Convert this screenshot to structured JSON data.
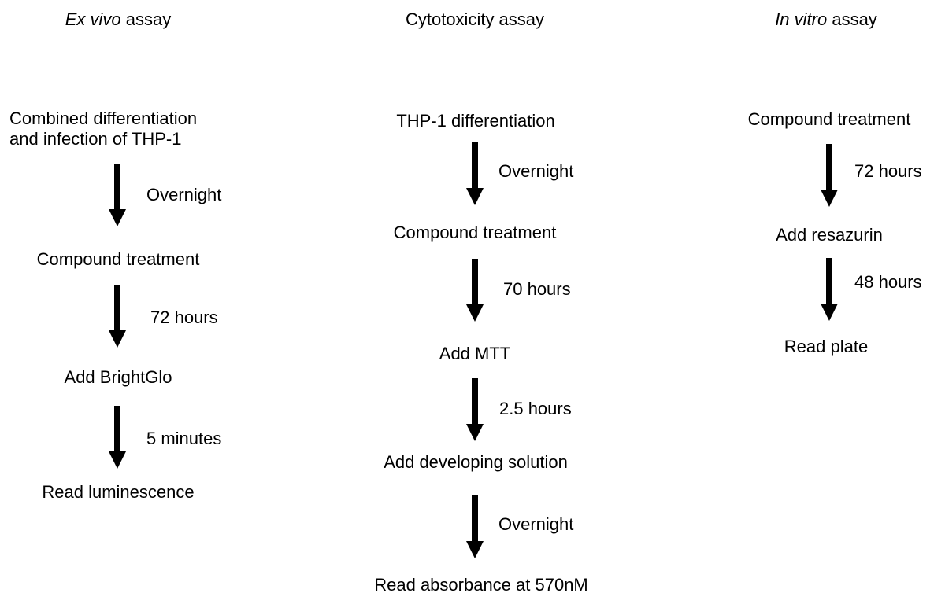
{
  "columns": {
    "ex_vivo": {
      "title_italic": "Ex vivo",
      "title_rest": " assay",
      "step_1_line_1": "Combined differentiation",
      "step_1_line_2": "and infection of THP-1",
      "time_1": "Overnight",
      "step_2": "Compound treatment",
      "time_2": "72 hours",
      "step_3": "Add BrightGlo",
      "time_3": "5 minutes",
      "step_4": "Read luminescence"
    },
    "cytotoxicity": {
      "title": "Cytotoxicity assay",
      "step_1": "THP-1 differentiation",
      "time_1": "Overnight",
      "step_2": "Compound treatment",
      "time_2": "70 hours",
      "step_3": "Add MTT",
      "time_3": "2.5 hours",
      "step_4": "Add developing solution",
      "time_4": "Overnight",
      "step_5": "Read absorbance at 570nM"
    },
    "in_vitro": {
      "title_italic": "In vitro",
      "title_rest": " assay",
      "step_1": "Compound treatment",
      "time_1": "72 hours",
      "step_2": "Add resazurin",
      "time_2": "48 hours",
      "step_3": "Read plate"
    }
  }
}
